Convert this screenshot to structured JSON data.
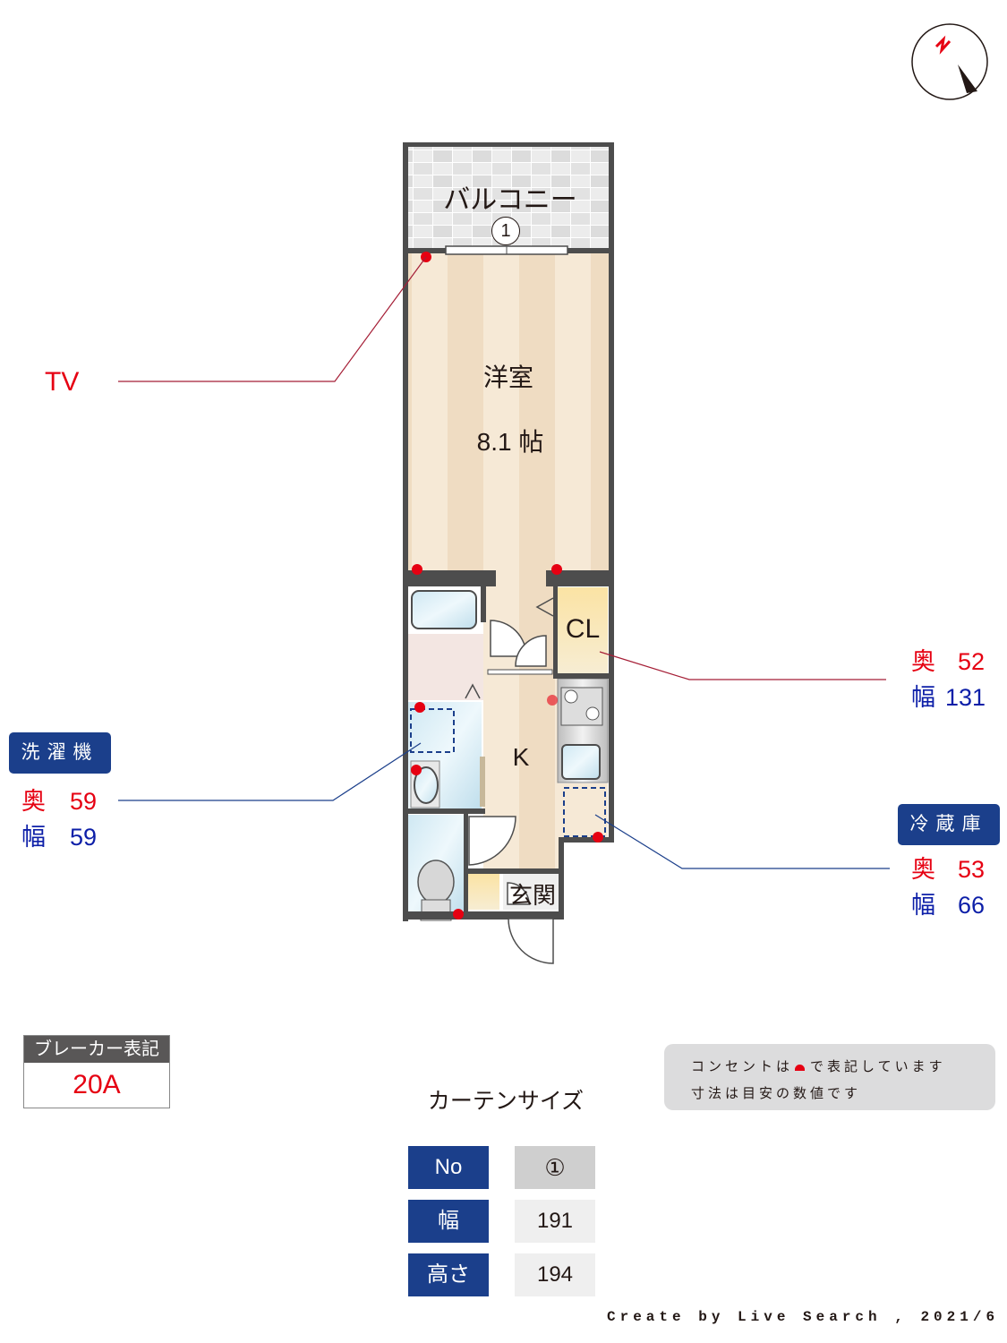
{
  "compass": {
    "label": "N",
    "color": "#e60012"
  },
  "floorplan": {
    "balcony": {
      "label": "バルコニー",
      "window_no": "1"
    },
    "western_room": {
      "name": "洋室",
      "size": "8.1 帖"
    },
    "closet": {
      "label": "CL"
    },
    "kitchen": {
      "label": "K"
    },
    "entrance": {
      "label": "玄関"
    }
  },
  "callouts": {
    "tv": {
      "label": "TV"
    },
    "closet": {
      "depth_label": "奥",
      "depth": "52",
      "width_label": "幅",
      "width": "131"
    },
    "washer": {
      "tag": "洗濯機",
      "depth_label": "奥",
      "depth": "59",
      "width_label": "幅",
      "width": "59"
    },
    "fridge": {
      "tag": "冷蔵庫",
      "depth_label": "奥",
      "depth": "53",
      "width_label": "幅",
      "width": "66"
    }
  },
  "breaker": {
    "header": "ブレーカー表記",
    "value": "20A"
  },
  "note": {
    "line1_a": "コンセントは",
    "line1_b": "で表記しています",
    "line2": "寸法は目安の数値です"
  },
  "curtain": {
    "title": "カーテンサイズ",
    "rows": [
      {
        "header": "No",
        "value": "①"
      },
      {
        "header": "幅",
        "value": "191"
      },
      {
        "header": "高さ",
        "value": "194"
      }
    ]
  },
  "footer": {
    "credit": "Create by Live Search , 2021/6"
  },
  "colors": {
    "red": "#e60012",
    "blue": "#0d1fa8",
    "tag_bg": "#1b3f8b",
    "wall": "#4d4d4d"
  }
}
